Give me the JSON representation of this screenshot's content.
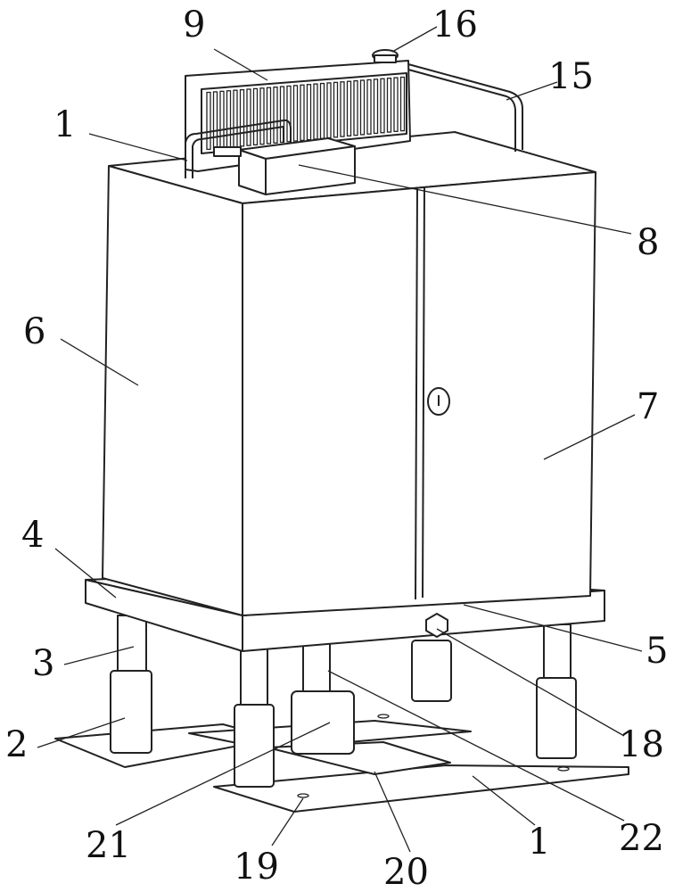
{
  "figure": {
    "labels": [
      {
        "id": "l9",
        "text": "9"
      },
      {
        "id": "l16",
        "text": "16"
      },
      {
        "id": "l15",
        "text": "15"
      },
      {
        "id": "l1a",
        "text": "1"
      },
      {
        "id": "l8",
        "text": "8"
      },
      {
        "id": "l6",
        "text": "6"
      },
      {
        "id": "l7",
        "text": "7"
      },
      {
        "id": "l4",
        "text": "4"
      },
      {
        "id": "l5",
        "text": "5"
      },
      {
        "id": "l3",
        "text": "3"
      },
      {
        "id": "l18",
        "text": "18"
      },
      {
        "id": "l2",
        "text": "2"
      },
      {
        "id": "l21",
        "text": "21"
      },
      {
        "id": "l22",
        "text": "22"
      },
      {
        "id": "l1b",
        "text": "1"
      },
      {
        "id": "l19",
        "text": "19"
      },
      {
        "id": "l20",
        "text": "20"
      }
    ]
  }
}
